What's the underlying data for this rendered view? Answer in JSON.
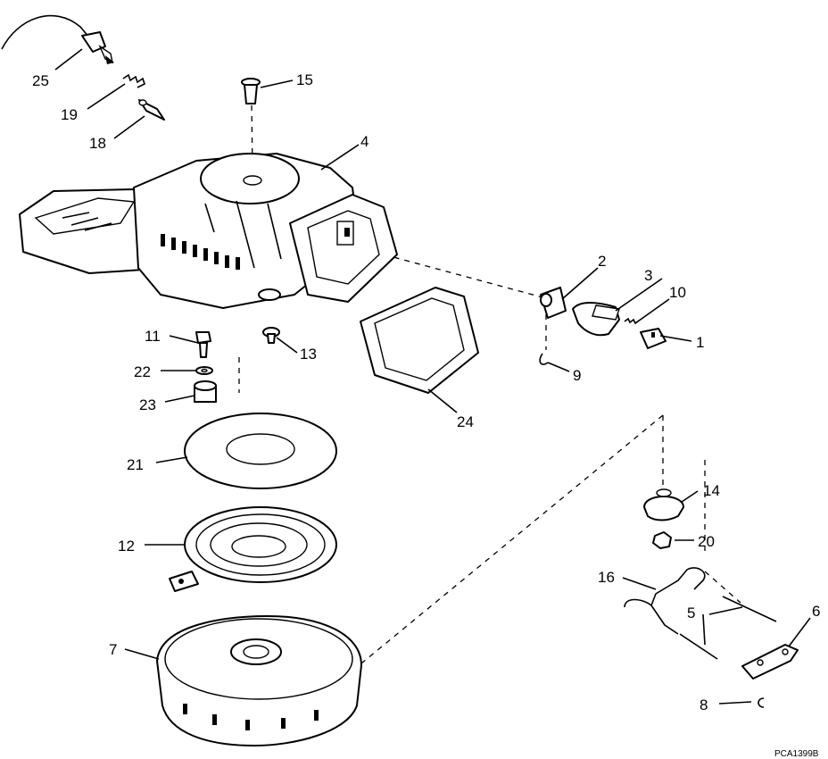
{
  "diagram": {
    "labels": [
      "1",
      "2",
      "3",
      "4",
      "5",
      "6",
      "7",
      "8",
      "9",
      "10",
      "11",
      "12",
      "13",
      "14",
      "15",
      "16",
      "18",
      "19",
      "20",
      "21",
      "22",
      "23",
      "24",
      "25"
    ],
    "drawing_code": "PCA1399B"
  }
}
